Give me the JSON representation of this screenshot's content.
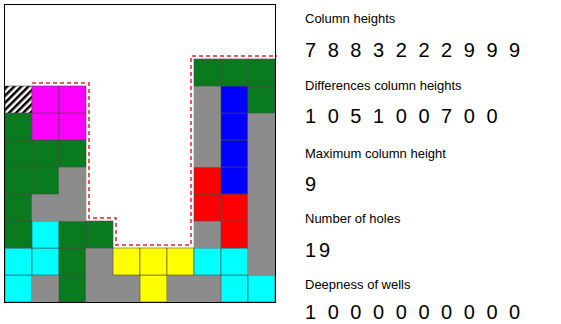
{
  "diagram": {
    "labels": [
      "Column heights",
      "7 8 8 3 2 2 2 9 9 9",
      "Differences column heights",
      "1 0 5 1 0 0 7 0 0",
      "Maximum column height",
      "9",
      "Number of holes",
      "19",
      "Deepness of wells",
      "1 0 0 0 0 0 0 0 0 0"
    ]
  }
}
